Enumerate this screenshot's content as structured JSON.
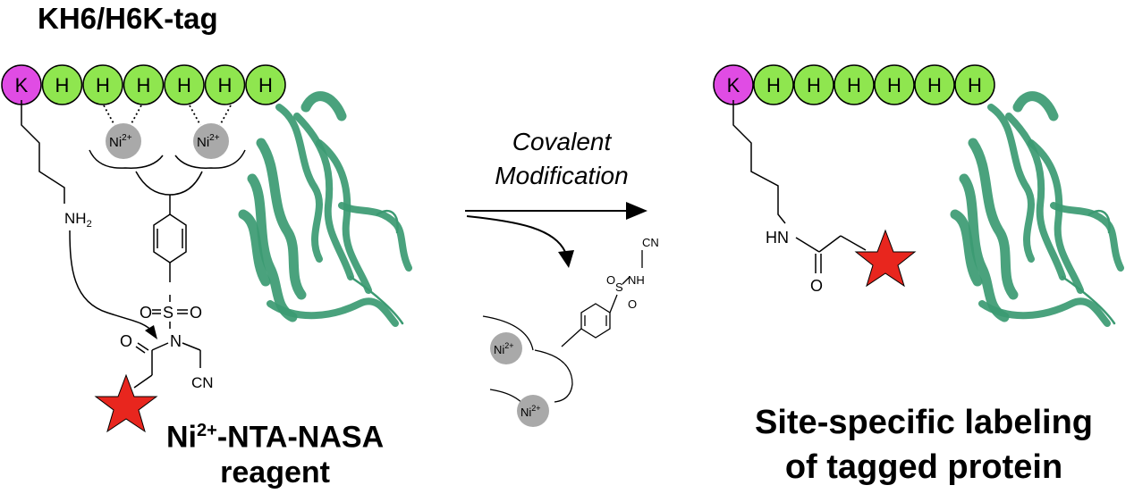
{
  "tag_title": "KH6/H6K-tag",
  "reagent_label": {
    "line1_prefix": "Ni",
    "line1_sup": "2+",
    "line1_suffix": "-NTA-NASA",
    "line2": "reagent"
  },
  "reaction_label": {
    "line1": "Covalent",
    "line2": "Modification"
  },
  "product_label": {
    "line1": "Site-specific labeling",
    "line2": "of tagged protein"
  },
  "residues_left": [
    "K",
    "H",
    "H",
    "H",
    "H",
    "H",
    "H"
  ],
  "residues_right": [
    "K",
    "H",
    "H",
    "H",
    "H",
    "H",
    "H"
  ],
  "chem": {
    "ni": "Ni",
    "ni_charge": "2+",
    "amine": "NH",
    "amine_sub": "2",
    "sulfur": "S",
    "oxygen": "O",
    "nitrogen": "N",
    "nitrile": "CN",
    "amide_nh": "HN",
    "sulfonamide_nh": "NH"
  },
  "colors": {
    "lysine": "#e04ce4",
    "histidine": "#8fe64f",
    "nickel": "#a9a9a9",
    "star": "#e8261e",
    "protein": "#3b9a72"
  }
}
